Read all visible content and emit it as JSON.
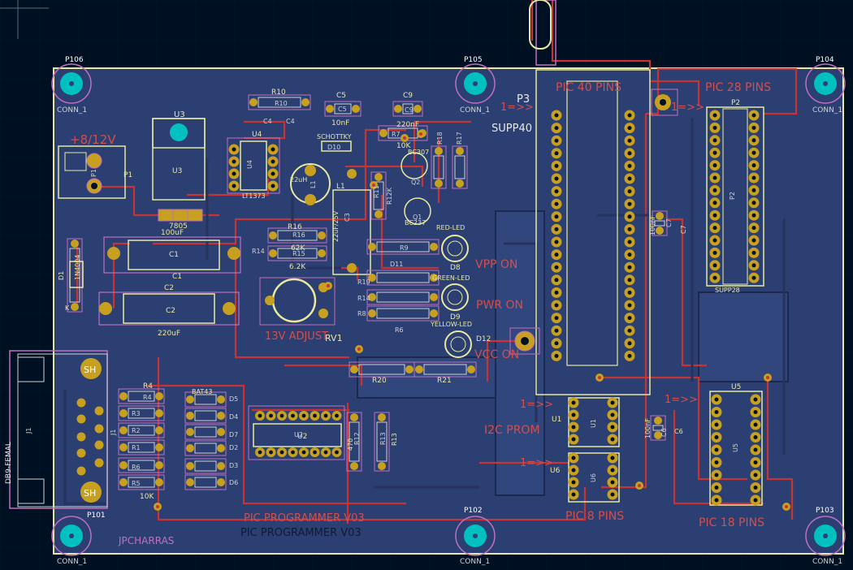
{
  "board": {
    "title": "PIC PROGRAMMER V03",
    "title_mirrored": "PIC PROGRAMMER V03",
    "author_mirrored": "JPCHARRAS",
    "power_label": "+8/12V",
    "adjust_label": "13V ADJUST",
    "vpp_on": "VPP ON",
    "pwr_on": "PWR ON",
    "vcc_on": "VCC ON",
    "i2c_prom": "I2C PROM",
    "pic40_pins": "PIC 40 PINS",
    "pic28_pins": "PIC 28 PINS",
    "pic8_pins": "PIC 8 PINS",
    "pic18_pins": "PIC 18 PINS",
    "pin1_marker": "1=>>",
    "supp40": "SUPP40",
    "supp28": "SUPP28",
    "p3": "P3",
    "conn_db9": "DB9-FEMAL",
    "sh": "SH",
    "conn1": "CONN_1"
  },
  "mount_holes": [
    {
      "ref": "P106",
      "label": "CONN_1"
    },
    {
      "ref": "P105",
      "label": "CONN_1"
    },
    {
      "ref": "P104",
      "label": "CONN_1"
    },
    {
      "ref": "P101",
      "label": "CONN_1"
    },
    {
      "ref": "P102",
      "label": "CONN_1"
    },
    {
      "ref": "P103",
      "label": "CONN_1"
    }
  ],
  "components": {
    "U3": "U3",
    "v7805": "7805",
    "U4": "U4",
    "lt1373": "LT1373",
    "R10": "R10",
    "C4": "C4",
    "C5": "C5",
    "c10nf": "10nF",
    "C9": "C9",
    "c220nf": "220nF",
    "R7": "R7",
    "r10k": "10K",
    "R18": "R18",
    "R17": "R17",
    "BC307": "BC307",
    "BC237": "BC237",
    "Q2": "Q2",
    "Q1": "Q1",
    "schottky": "SCHOTTKY",
    "D10": "D10",
    "L1": "L1",
    "l22uh": "22uH",
    "C3": "C3",
    "c22uf25v": "22uF/25V",
    "R16": "R16",
    "r62k": "62K",
    "R15": "R15",
    "r6_2k": "6.2K",
    "R14": "R14",
    "C1": "C1",
    "c100uf": "100uF",
    "C2": "C2",
    "c220uf": "220uF",
    "D1": "D1",
    "n4004": "1N4004",
    "K": "K",
    "P1": "P1",
    "R9": "R9",
    "D11": "D11",
    "R19": "R19",
    "R11": "R11",
    "R12k": "R12K",
    "R8": "R8",
    "R6": "R6",
    "D8": "D8",
    "D9": "D9",
    "D12": "D12",
    "red_led": "RED-LED",
    "green_led": "GREEN-LED",
    "yellow_led": "YELLOW-LED",
    "RV1": "RV1",
    "R20": "R20",
    "R21": "R21",
    "r470": "470",
    "R4": "R4",
    "R3": "R3",
    "R2": "R2",
    "R1": "R1",
    "R5": "R5",
    "bat43": "BAT43",
    "D5": "D5",
    "D4": "D4",
    "D7": "D7",
    "D2": "D2",
    "D3": "D3",
    "D6": "D6",
    "U2": "U2",
    "R12": "R12",
    "R13": "R13",
    "U1": "U1",
    "U6": "U6",
    "U5": "U5",
    "P2": "P2",
    "C6": "C6",
    "C7": "C7",
    "c100nf": "100nF",
    "J1": "J1",
    "D1b": "D1"
  },
  "colors": {
    "background": "#001023",
    "board": "#2b3f72",
    "copper": "#c83434",
    "pad": "#c8a020",
    "silk": "#e8e8a0",
    "courtyard": "#c070c0",
    "fab": "#d0d0d0",
    "cyan": "#00c0c0"
  }
}
